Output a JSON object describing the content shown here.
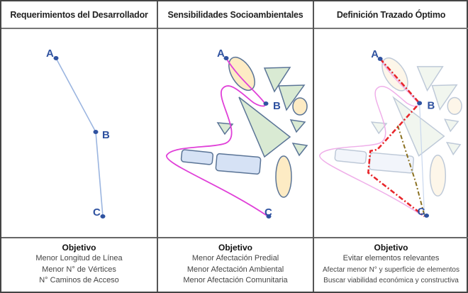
{
  "columns": [
    {
      "title": "Requerimientos del Desarrollador",
      "objective_label": "Objetivo",
      "objectives": [
        "Menor Longitud de Línea",
        "Menor N° de Vértices",
        "N° Caminos de Acceso"
      ]
    },
    {
      "title": "Sensibilidades Socioambientales",
      "objective_label": "Objetivo",
      "objectives": [
        "Menor Afectación Predial",
        "Menor Afectación Ambiental",
        "Menor Afectación Comunitaria"
      ]
    },
    {
      "title": "Definición Trazado Óptimo",
      "objective_label": "Objetivo",
      "objectives": [
        "Evitar elementos relevantes",
        "Afectar menor N° y superficie de elementos",
        "Buscar viabilidad económica y constructiva"
      ]
    }
  ],
  "points": {
    "a": "A",
    "b": "B",
    "c": "C"
  },
  "colors": {
    "point": "#2f52a0",
    "direct_line": "#9bb5e0",
    "sensitivity_route": "#e040d8",
    "optimal_route": "#e8252a",
    "alternative_route": "#8a7020",
    "ellipse_fill": "#fdebc4",
    "triangle_fill": "#d9ead3",
    "rect_fill": "#d6e2f5",
    "shape_stroke": "#5a7496"
  }
}
